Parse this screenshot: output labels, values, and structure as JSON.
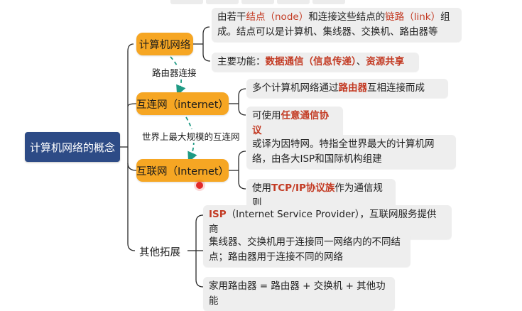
{
  "root": {
    "label": "计算机网络的概念"
  },
  "branches": [
    {
      "label": "计算机网络",
      "leaves": [
        {
          "parts": [
            {
              "t": "由若干"
            },
            {
              "t": "结点（node）",
              "s": "lr"
            },
            {
              "t": "和连接这些结点的"
            },
            {
              "t": "链路（link）",
              "s": "lr"
            },
            {
              "t": "组成。结点可以是计算机、集线器、交换机、路由器等"
            }
          ]
        },
        {
          "parts": [
            {
              "t": "主要功能："
            },
            {
              "t": "数据通信（信息传递）",
              "s": "r"
            },
            {
              "t": "、"
            },
            {
              "t": "资源共享",
              "s": "r"
            }
          ]
        }
      ]
    },
    {
      "label": "互连网（internet）",
      "leaves": [
        {
          "parts": [
            {
              "t": "多个计算机网络通过"
            },
            {
              "t": "路由器",
              "s": "r"
            },
            {
              "t": "互相连接而成"
            }
          ]
        },
        {
          "parts": [
            {
              "t": "可使用"
            },
            {
              "t": "任意通信协议",
              "s": "r"
            }
          ]
        }
      ]
    },
    {
      "label": "互联网（Internet）",
      "leaves": [
        {
          "parts": [
            {
              "t": "或译为因特网。特指全世界最大的计算机网络，由各大ISP和国际机构组建"
            }
          ]
        },
        {
          "parts": [
            {
              "t": "使用"
            },
            {
              "t": "TCP/IP协议族",
              "s": "r"
            },
            {
              "t": "作为通信规则"
            }
          ]
        }
      ]
    },
    {
      "label": "其他拓展",
      "leaves": [
        {
          "parts": [
            {
              "t": "ISP",
              "s": "r"
            },
            {
              "t": "（Internet Service Provider），互联网服务提供商"
            }
          ]
        },
        {
          "parts": [
            {
              "t": "集线器、交换机用于连接同一网络内的不同结点；路由器用于连接不同的网络"
            }
          ]
        },
        {
          "parts": [
            {
              "t": "家用路由器 = 路由器 + 交换机 + 其他功能"
            }
          ]
        }
      ]
    }
  ],
  "connectors": [
    {
      "label": "路由器连接"
    },
    {
      "label": "世界上最大规模的互连网"
    }
  ],
  "colors": {
    "root": "#2d4b86",
    "branch": "#f6a623",
    "highlight": "#c33a23",
    "dashed_arrow": "#1e9a84"
  }
}
